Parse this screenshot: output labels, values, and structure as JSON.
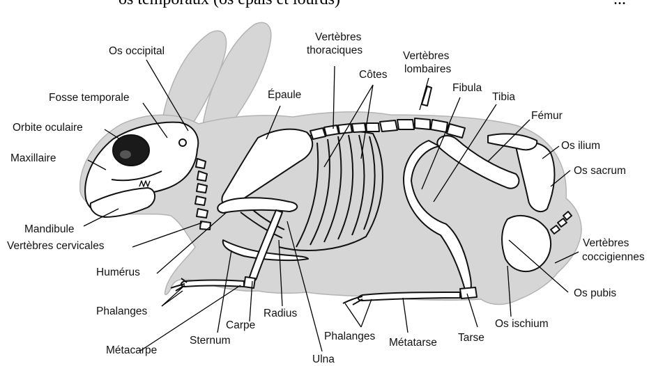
{
  "header_fragment": {
    "left": "os temporaux (os épais et lourds)",
    "right": "..."
  },
  "labels": {
    "os_occipital": "Os occipital",
    "fosse_temporale": "Fosse temporale",
    "orbite_oculaire": "Orbite oculaire",
    "maxillaire": "Maxillaire",
    "mandibule": "Mandibule",
    "vertebres_cervicales": "Vertèbres cervicales",
    "humerus": "Humérus",
    "phalanges_avant": "Phalanges",
    "metacarpe": "Métacarpe",
    "sternum": "Sternum",
    "carpe": "Carpe",
    "radius": "Radius",
    "ulna": "Ulna",
    "epaule": "Épaule",
    "vertebres_thoraciques_1": "Vertèbres",
    "vertebres_thoraciques_2": "thoraciques",
    "cotes": "Côtes",
    "vertebres_lombaires_1": "Vertèbres",
    "vertebres_lombaires_2": "lombaires",
    "fibula": "Fibula",
    "tibia": "Tibia",
    "femur": "Fémur",
    "os_ilium": "Os ilium",
    "os_sacrum": "Os sacrum",
    "vertebres_coccygiennes_1": "Vertèbres",
    "vertebres_coccygiennes_2": "coccigiennes",
    "os_pubis": "Os pubis",
    "os_ischium": "Os ischium",
    "tarse": "Tarse",
    "metatarse": "Métatarse",
    "phalanges_arriere": "Phalanges"
  },
  "colors": {
    "silhouette": "#d6d6d6",
    "silhouette_stroke": "#b3b3b3",
    "bone_fill": "#ffffff",
    "bone_stroke": "#111111",
    "eye": "#1a1a1a",
    "leader": "#000000"
  }
}
